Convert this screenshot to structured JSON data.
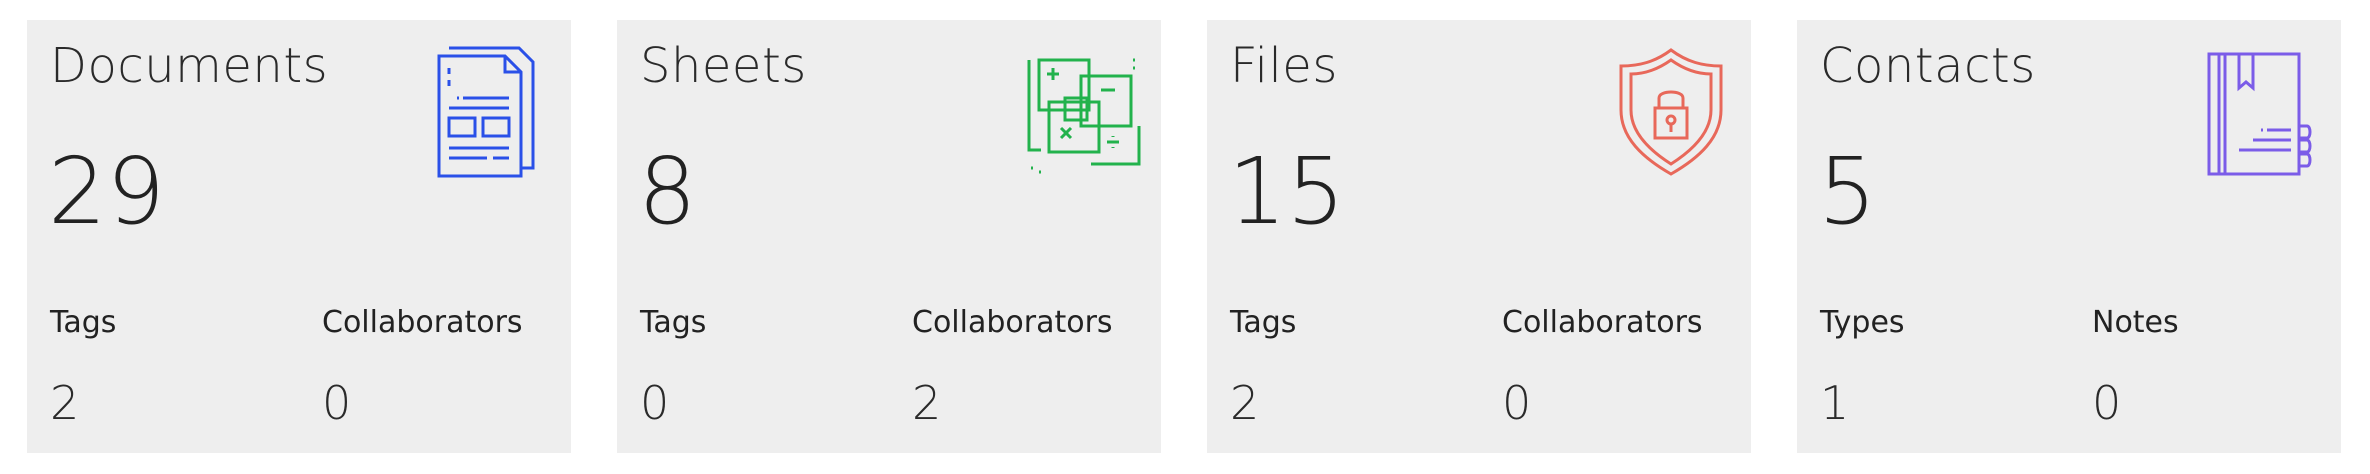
{
  "cards": [
    {
      "title": "Documents",
      "count": "29",
      "icon": "document-icon",
      "icon_color": "#2A50E8",
      "stats": [
        {
          "label": "Tags",
          "value": "2"
        },
        {
          "label": "Collaborators",
          "value": "0"
        }
      ]
    },
    {
      "title": "Sheets",
      "count": "8",
      "icon": "spreadsheet-icon",
      "icon_color": "#22B24C",
      "stats": [
        {
          "label": "Tags",
          "value": "0"
        },
        {
          "label": "Collaborators",
          "value": "2"
        }
      ]
    },
    {
      "title": "Files",
      "count": "15",
      "icon": "shield-lock-icon",
      "icon_color": "#E8685A",
      "stats": [
        {
          "label": "Tags",
          "value": "2"
        },
        {
          "label": "Collaborators",
          "value": "0"
        }
      ]
    },
    {
      "title": "Contacts",
      "count": "5",
      "icon": "address-book-icon",
      "icon_color": "#7B5CE8",
      "stats": [
        {
          "label": "Types",
          "value": "1"
        },
        {
          "label": "Notes",
          "value": "0"
        }
      ]
    }
  ]
}
